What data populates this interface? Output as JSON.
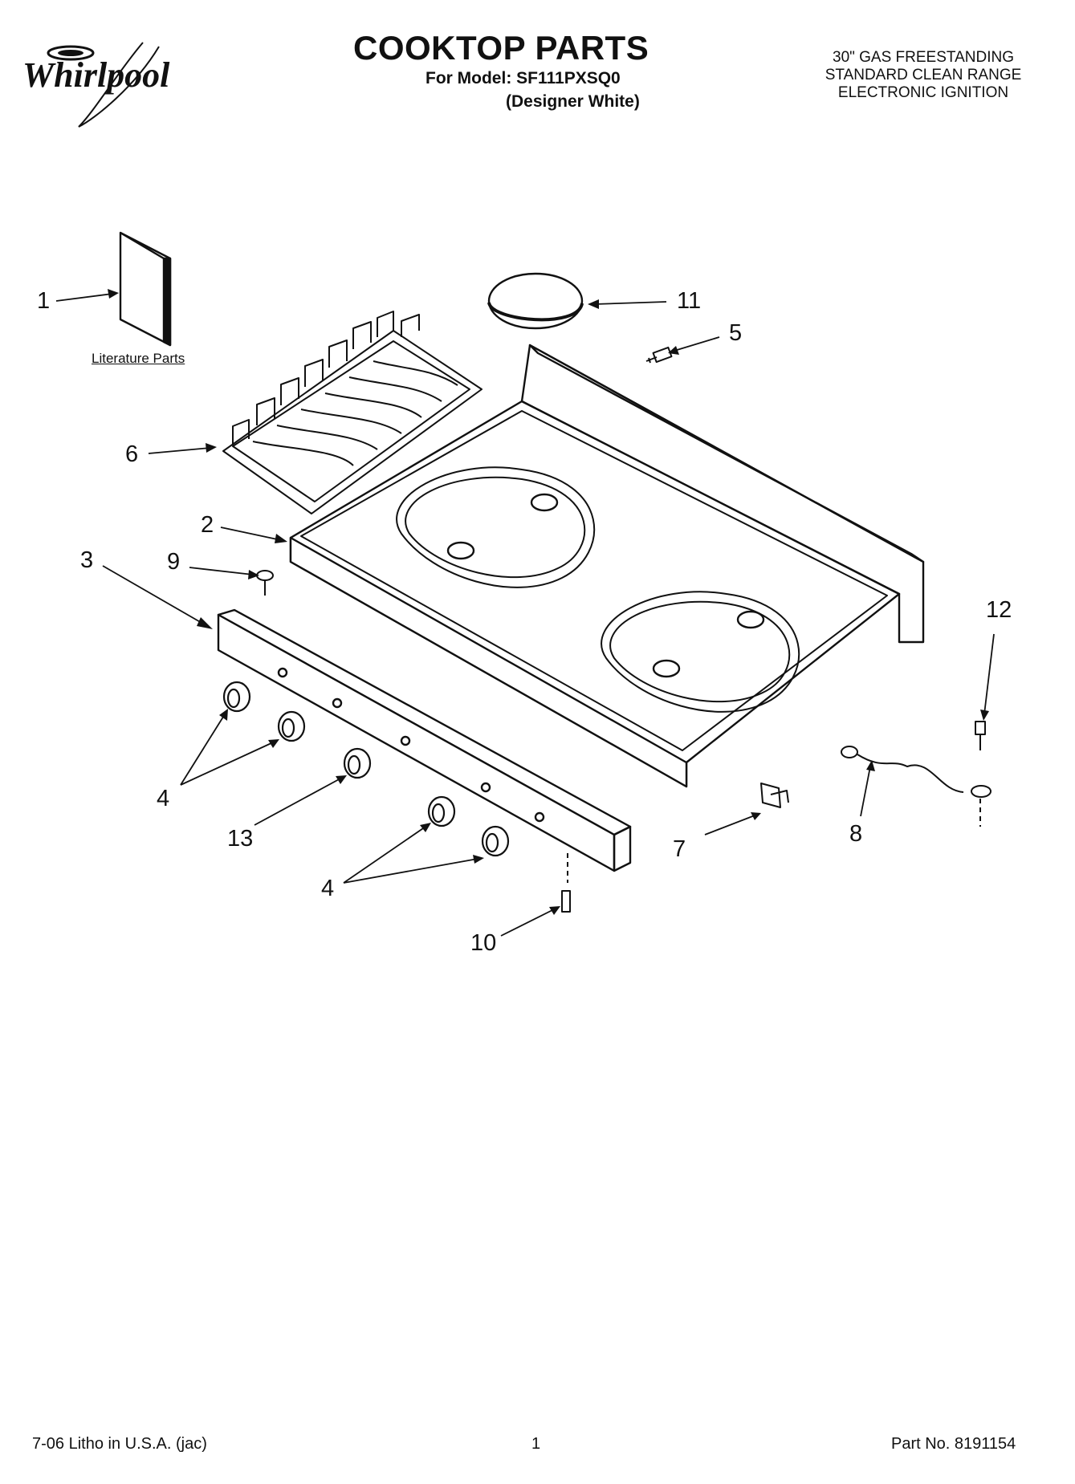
{
  "brand": {
    "name": "Whirlpool"
  },
  "header": {
    "title": "COOKTOP PARTS",
    "model_line": "For Model: SF111PXSQ0",
    "variant": "(Designer White)",
    "description_lines": [
      "30\" GAS FREESTANDING",
      "STANDARD CLEAN RANGE",
      "ELECTRONIC IGNITION"
    ]
  },
  "diagram": {
    "literature_label": "Literature Parts",
    "callouts": [
      "1",
      "11",
      "5",
      "6",
      "2",
      "3",
      "9",
      "12",
      "4",
      "13",
      "7",
      "8",
      "4",
      "10"
    ]
  },
  "footer": {
    "litho": "7-06 Litho in U.S.A. (jac)",
    "page": "1",
    "part_no": "Part No. 8191154"
  }
}
